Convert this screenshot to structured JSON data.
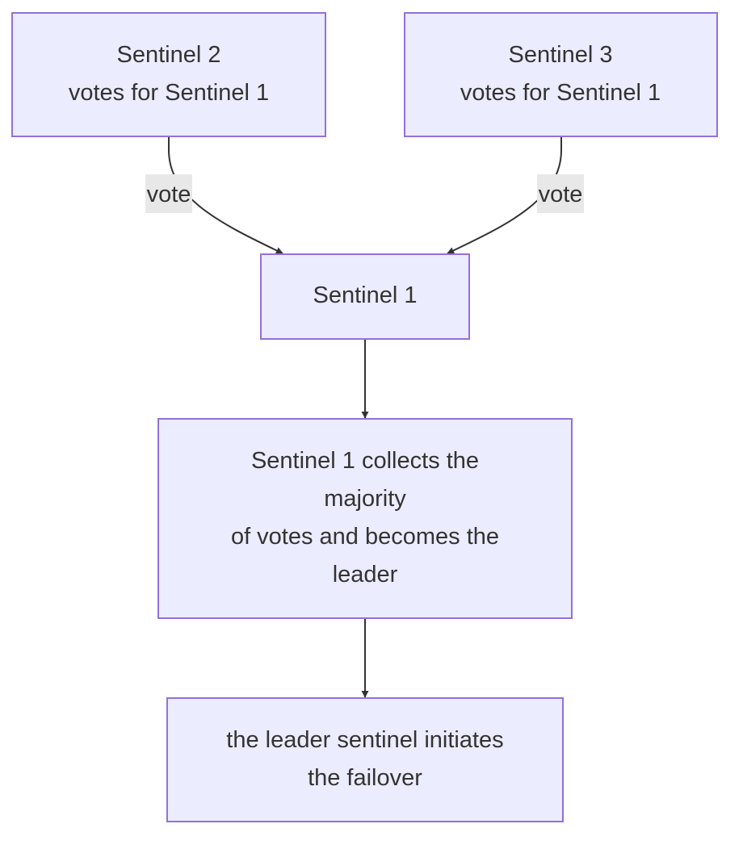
{
  "nodes": {
    "sentinel_2": {
      "lines": [
        "Sentinel 2",
        "votes for Sentinel 1"
      ]
    },
    "sentinel_3": {
      "lines": [
        "Sentinel 3",
        "votes for Sentinel 1"
      ]
    },
    "sentinel_1": {
      "lines": [
        "Sentinel 1"
      ]
    },
    "collects_majority": {
      "lines": [
        "Sentinel 1 collects the",
        "majority",
        "of votes and becomes the",
        "leader"
      ]
    },
    "initiates_failover": {
      "lines": [
        "the leader sentinel initiates",
        "the failover"
      ]
    }
  },
  "edges": {
    "s2_to_s1": {
      "label": "vote"
    },
    "s3_to_s1": {
      "label": "vote"
    },
    "s1_to_collect": {
      "label": ""
    },
    "collect_to_failover": {
      "label": ""
    }
  },
  "colors": {
    "node_fill": "#ececff",
    "node_stroke": "#9370db",
    "edge_stroke": "#333333",
    "label_background": "#e8e8e8",
    "text": "#333333"
  }
}
